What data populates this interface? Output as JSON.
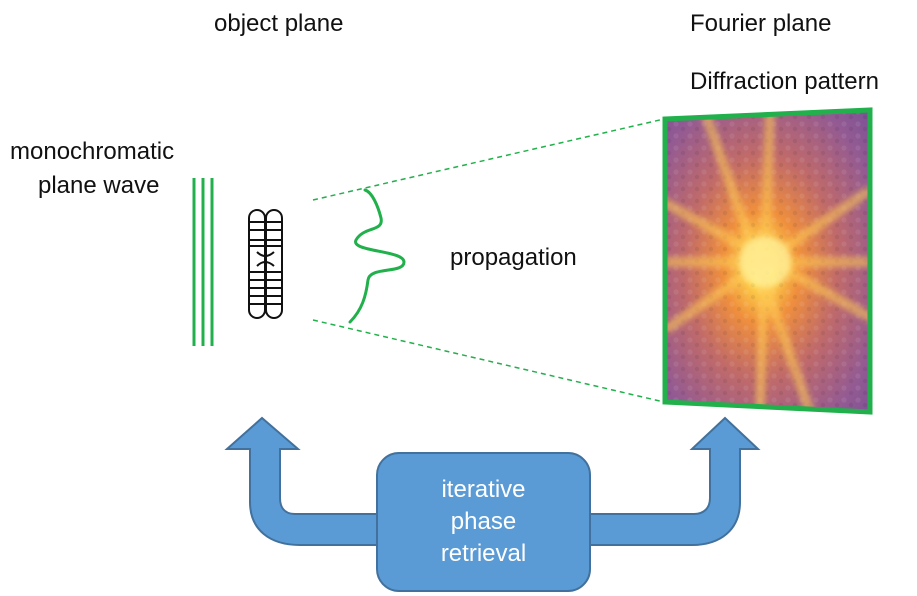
{
  "labels": {
    "object_plane": "object plane",
    "fourier_plane": "Fourier plane",
    "diffraction_pattern": "Diffraction pattern",
    "monochromatic": "monochromatic",
    "plane_wave": "plane wave",
    "propagation": "propagation"
  },
  "process": {
    "line1": "iterative",
    "line2": "phase",
    "line3": "retrieval"
  },
  "colors": {
    "wave_green": "#21b04b",
    "arrow_blue": "#5b9bd5",
    "arrow_border": "#41719c",
    "pattern_bright": "#ffd54a",
    "pattern_mid": "#ee8a3a",
    "pattern_dark": "#8a4f8f"
  },
  "icons": {
    "object": "chromosome-icon",
    "wave": "wave-packet"
  }
}
